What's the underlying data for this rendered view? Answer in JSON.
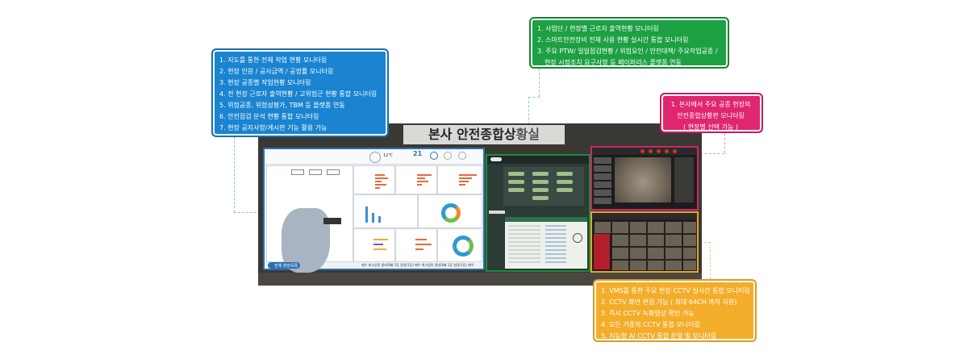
{
  "callouts": {
    "blue": [
      "1. 지도를 통한 전체 작업 현황 모니터링",
      "2. 현장 인원 / 공사금액 / 공정률 모니터링",
      "3. 현장 공종별 작업현황 모니터링",
      "4. 전 현장 근로자 출역현황 / 고위험군 현황 통합 모니터링",
      "5. 위험공종, 위험성평가, TBM 등 플랫폼 연동",
      "6. 안전점검 분석 현황 통합 모니터링",
      "7. 현장 공지사항/게시판 기능 활용 가능"
    ],
    "green": [
      "1. 사업단 / 현장별 근로자 출역현황 모니터링",
      "2. 스마트안전장비 전체 사용 현황 실시간 통합 모니터링",
      "3. 주요 PTW/ 일일점검현황 / 위험요인 / 안전대책/ 주요작업공종 /",
      "현장 시정조치 요구사항 등 페이퍼리스 플랫폼 연동"
    ],
    "pink": [
      "1. 본사에서 주요 공종 현장의",
      "안전종합상황판 모니터링",
      "( 현장별 선택 가능 )"
    ],
    "orange": [
      "1. VMS를 통한 주요 현장 CCTV 실시간 통합 모니터링",
      "2. CCTV 화면 편집 가능 ( 최대 64CH 까지 지원)",
      "3. 즉시 CCTV 녹화영상 확인 가능",
      "4. 모든 기종의 CCTV 통합 모니터링",
      "5. 지능형 AI CCTV 통합 운영 및 모니터링"
    ]
  },
  "photo": {
    "wall_title_main": "본사 안전종합상",
    "wall_title_tail": "황실",
    "dashboard_big_number": "21",
    "dashboard_temp": "12℃",
    "map_button": "전체 현장목록",
    "ticker": "매우 최고있된 용대례배 1등 원경(1등) 매우 최고있된 용대례배 1등 원경(1등) 매우"
  },
  "colors": {
    "blue": "#1a84d1",
    "green": "#1da043",
    "pink": "#e0266e",
    "orange": "#f3ad2a"
  }
}
